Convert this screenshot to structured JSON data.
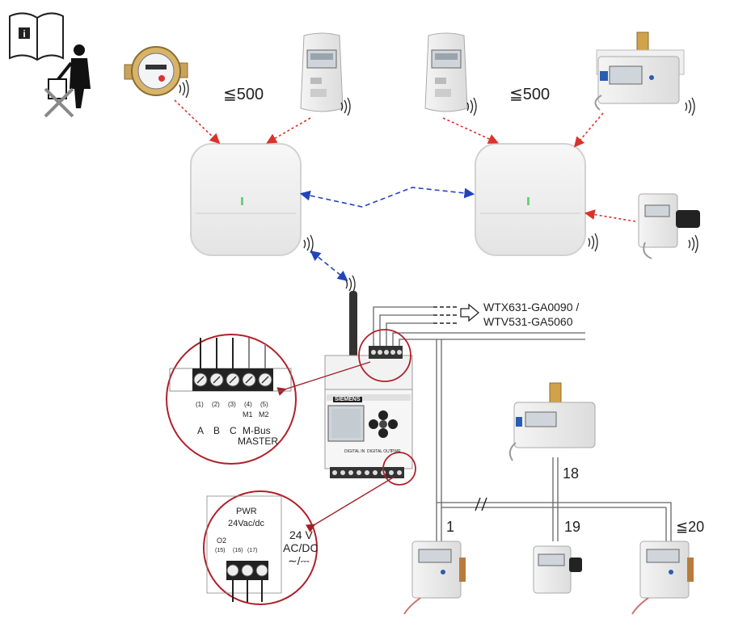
{
  "counts": {
    "left_group": "≦500",
    "right_group": "≦500",
    "meter_1": "1",
    "meter_18": "18",
    "meter_19": "19",
    "meter_20": "≦20"
  },
  "products": {
    "line1": "WTX631-GA0090 /",
    "line2": "WTV531-GA5060"
  },
  "mbus_zoom": {
    "numbers": [
      "(1)",
      "(2)",
      "(3)",
      "(4)",
      "(5)"
    ],
    "short_labels": [
      "M1",
      "M2"
    ],
    "labels": [
      "A",
      "B",
      "C",
      "M-Bus",
      "MASTER"
    ]
  },
  "pwr_zoom": {
    "title": "PWR",
    "spec": "24Vac/dc",
    "o2": "O2",
    "numbers": [
      "(15)",
      "(16)",
      "(17)"
    ]
  },
  "power_supply": {
    "line1": "24 V",
    "line2": "AC/DC",
    "symbol": "∼/⎓"
  },
  "controller": {
    "brand": "SIEMENS",
    "digital_in": "DIGITAL IN",
    "digital_out": "DIGITAL OUT",
    "pwr": "PWR"
  },
  "info_icon_letter": "i",
  "colors": {
    "radio_link": "#d9332b",
    "gateway_link": "#2244bb",
    "zoom_circle": "#b0202a"
  }
}
